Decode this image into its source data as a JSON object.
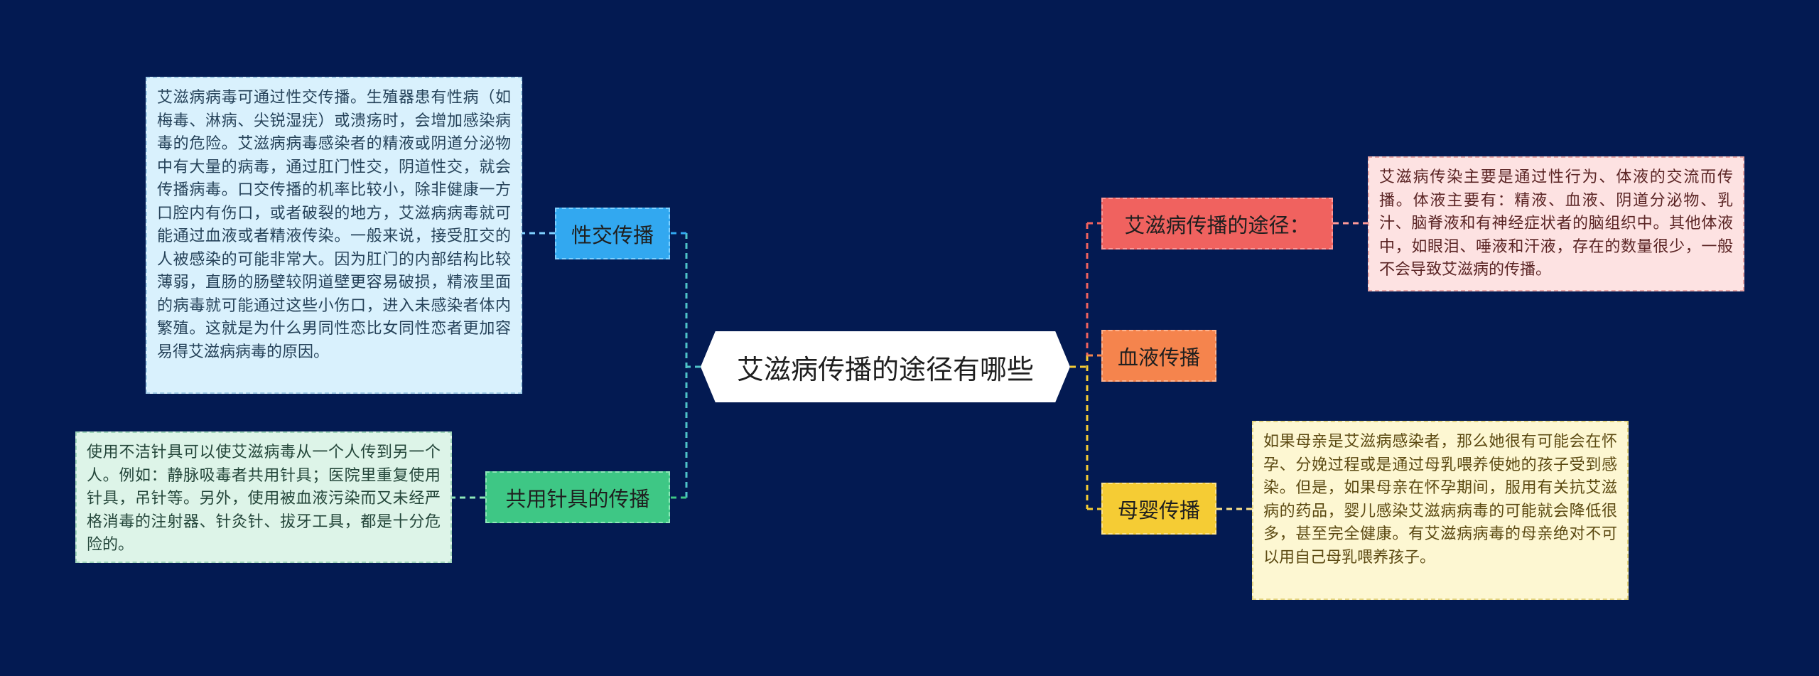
{
  "root": {
    "title": "艾滋病传播的途径有哪些"
  },
  "left": {
    "sex": {
      "label": "性交传播",
      "detail": "艾滋病病毒可通过性交传播。生殖器患有性病（如梅毒、淋病、尖锐湿疣）或溃疡时，会增加感染病毒的危险。艾滋病病毒感染者的精液或阴道分泌物中有大量的病毒，通过肛门性交，阴道性交，就会传播病毒。口交传播的机率比较小，除非健康一方口腔内有伤口，或者破裂的地方，艾滋病病毒就可能通过血液或者精液传染。一般来说，接受肛交的人被感染的可能非常大。因为肛门的内部结构比较薄弱，直肠的肠壁较阴道壁更容易破损，精液里面的病毒就可能通过这些小伤口，进入未感染者体内繁殖。这就是为什么男同性恋比女同性恋者更加容易得艾滋病病毒的原因。"
    },
    "needle": {
      "label": "共用针具的传播",
      "detail": "使用不洁针具可以使艾滋病毒从一个人传到另一个人。例如：静脉吸毒者共用针具；医院里重复使用针具，吊针等。另外，使用被血液污染而又未经严格消毒的注射器、针灸针、拔牙工具，都是十分危险的。"
    }
  },
  "right": {
    "route": {
      "label": "艾滋病传播的途径：",
      "detail": "艾滋病传染主要是通过性行为、体液的交流而传播。体液主要有：精液、血液、阴道分泌物、乳汁、脑脊液和有神经症状者的脑组织中。其他体液中，如眼泪、唾液和汗液，存在的数量很少，一般不会导致艾滋病的传播。"
    },
    "blood": {
      "label": "血液传播"
    },
    "mother": {
      "label": "母婴传播",
      "detail": "如果母亲是艾滋病感染者，那么她很有可能会在怀孕、分娩过程或是通过母乳喂养使她的孩子受到感染。但是，如果母亲在怀孕期间，服用有关抗艾滋病的药品，婴儿感染艾滋病病毒的可能就会降低很多，甚至完全健康。有艾滋病病毒的母亲绝对不可以用自己母乳喂养孩子。"
    }
  },
  "colors": {
    "background": "#031a52",
    "sex": "#32a8f0",
    "needle": "#3ec785",
    "route": "#f0625f",
    "blood": "#f5844d",
    "mother": "#f5cc34"
  }
}
